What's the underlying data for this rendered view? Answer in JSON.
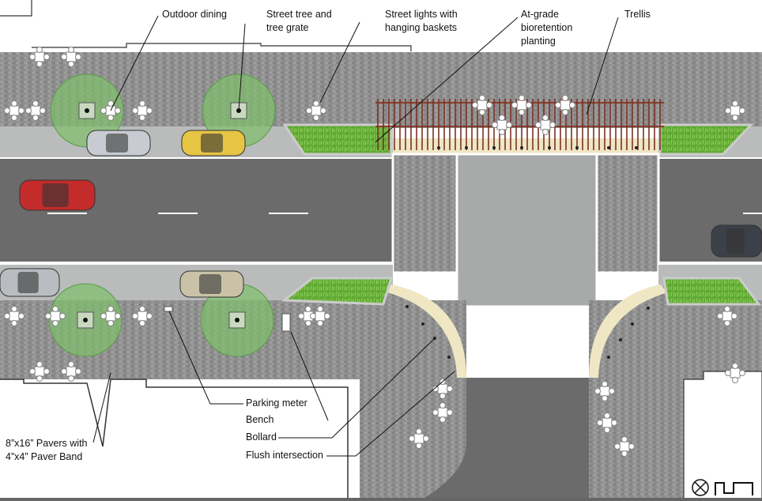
{
  "labels": {
    "outdoor_dining": {
      "line1": "Outdoor dining"
    },
    "street_tree": {
      "line1": "Street tree and",
      "line2": "tree grate"
    },
    "street_lights": {
      "line1": "Street lights with",
      "line2": "hanging baskets"
    },
    "bioretention": {
      "line1": "At-grade",
      "line2": "bioretention",
      "line3": "planting"
    },
    "trellis": {
      "line1": "Trellis"
    },
    "parking_meter": {
      "line1": "Parking meter"
    },
    "bench": {
      "line1": "Bench"
    },
    "bollard": {
      "line1": "Bollard"
    },
    "flush_intersection": {
      "line1": "Flush intersection"
    },
    "pavers": {
      "line1": "8”x16” Pavers with",
      "line2": "4”x4” Paver Band"
    }
  },
  "icons": {
    "north_arrow": "north-arrow-icon",
    "scale_bar": "scale-bar-icon"
  },
  "colors": {
    "paver": "#8d8d8d",
    "road": "#6b6b6b",
    "parking": "#b9bcbb",
    "planting": "#6cb33a",
    "tree": "#7fbf6a",
    "paver_band": "#efe6c4"
  }
}
